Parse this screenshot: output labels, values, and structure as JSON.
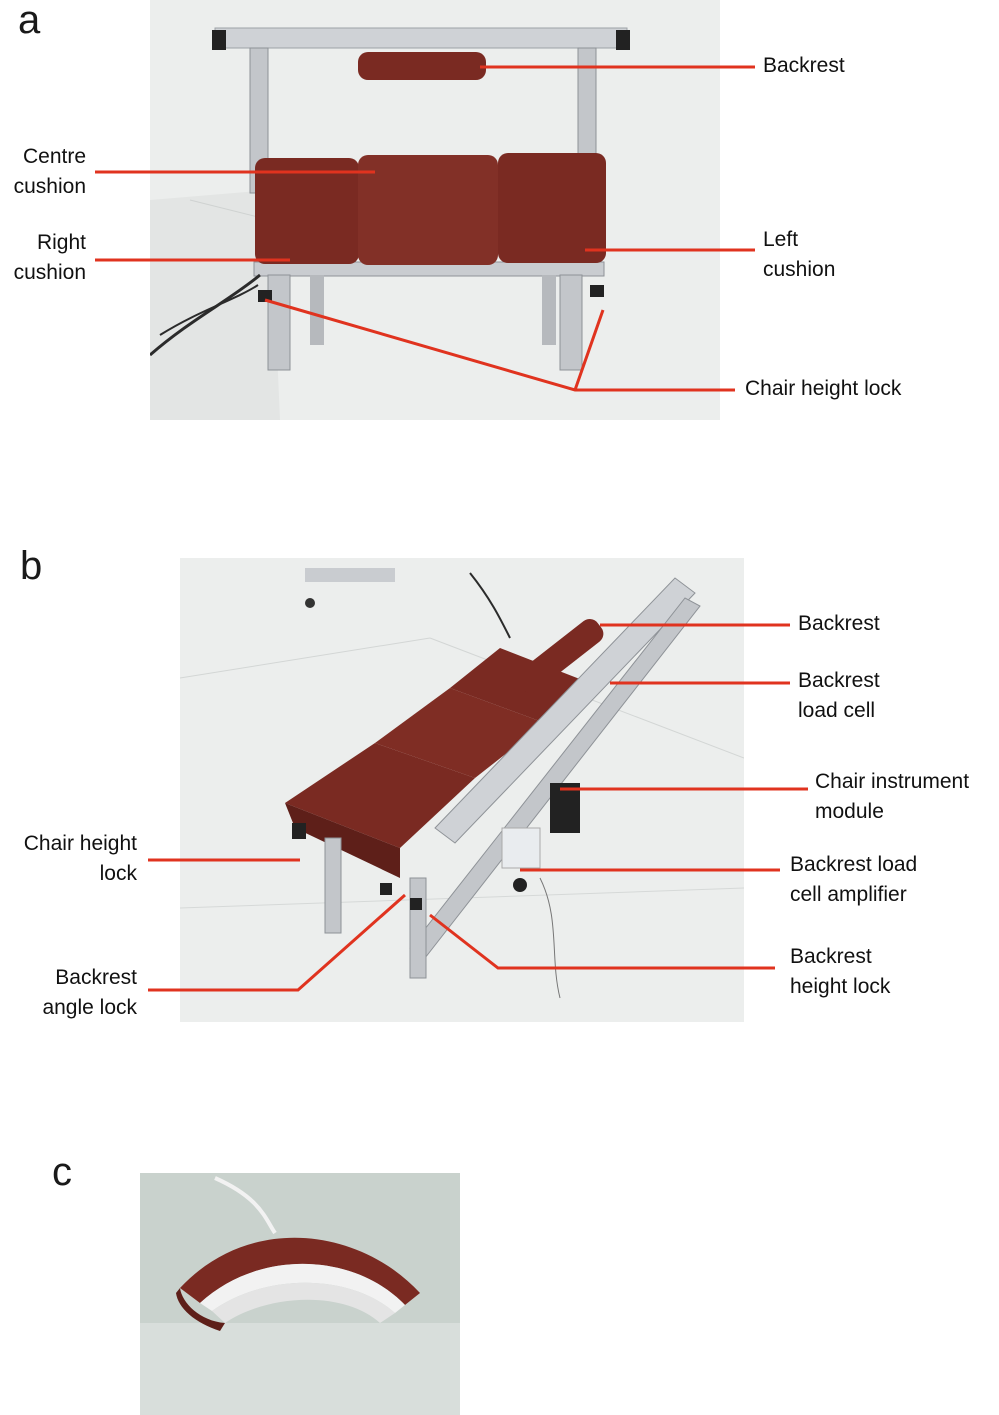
{
  "panels": {
    "a": {
      "letter": "a",
      "labels": {
        "backrest": "Backrest",
        "centre_cushion": "Centre\ncushion",
        "right_cushion": "Right\ncushion",
        "left_cushion": "Left\ncushion",
        "chair_height_lock": "Chair height lock"
      }
    },
    "b": {
      "letter": "b",
      "labels": {
        "backrest": "Backrest",
        "backrest_load_cell": "Backrest\nload cell",
        "chair_instrument_module": "Chair instrument\nmodule",
        "backrest_load_cell_amplifier": "Backrest load\ncell amplifier",
        "backrest_height_lock": "Backrest\nheight lock",
        "chair_height_lock": "Chair height\nlock",
        "backrest_angle_lock": "Backrest\nangle lock"
      }
    },
    "c": {
      "letter": "c"
    }
  },
  "colors": {
    "leader_line": "#e0331f",
    "cushion": "#7a2a22",
    "frame": "#c9ccd0",
    "floor": "#eceeed"
  }
}
